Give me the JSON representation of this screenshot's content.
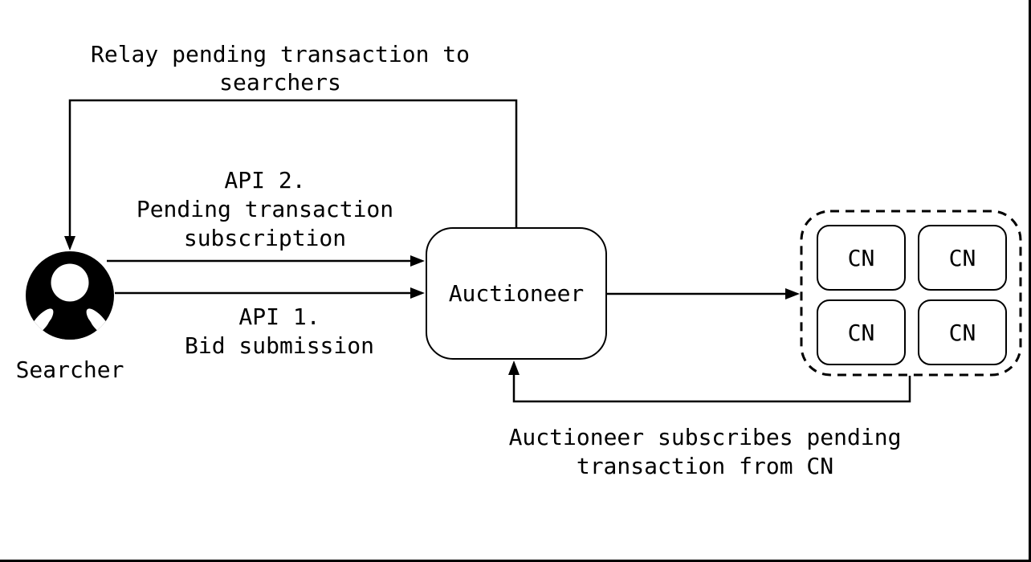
{
  "diagram": {
    "labels": {
      "relay": [
        "Relay pending transaction to",
        "searchers"
      ],
      "api2": [
        "API 2.",
        "Pending transaction",
        "subscription"
      ],
      "api1": [
        "API 1.",
        "Bid submission"
      ],
      "subscribe": [
        "Auctioneer subscribes pending",
        "transaction from CN"
      ]
    },
    "nodes": {
      "searcher": "Searcher",
      "auctioneer": "Auctioneer",
      "cn": [
        "CN",
        "CN",
        "CN",
        "CN"
      ]
    },
    "colors": {
      "stroke": "#000000",
      "fill": "#ffffff",
      "text": "#000000"
    }
  }
}
